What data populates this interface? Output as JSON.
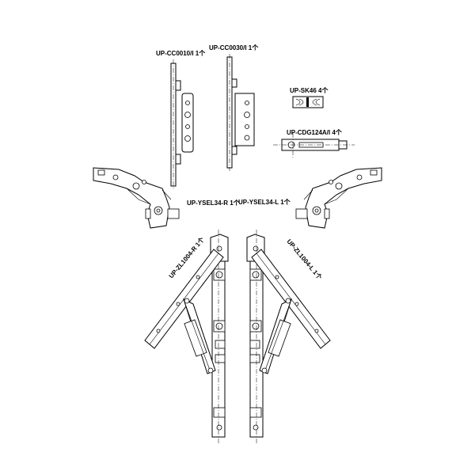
{
  "parts": {
    "cc0010": {
      "label": "UP-CC0010/I 1个"
    },
    "cc0030": {
      "label": "UP-CC0030/I 1个"
    },
    "sk46": {
      "label": "UP-SK46 4个"
    },
    "cdg124a": {
      "label": "UP-CDG124A/I 4个"
    },
    "ysel34r": {
      "label": "UP-YSEL34-R 1个"
    },
    "ysel34l": {
      "label": "UP-YSEL34-L 1个"
    },
    "zl1004r": {
      "label": "UP-ZL1004-R 1个"
    },
    "zl1004l": {
      "label": "UP-ZL1004-L 1个"
    }
  }
}
